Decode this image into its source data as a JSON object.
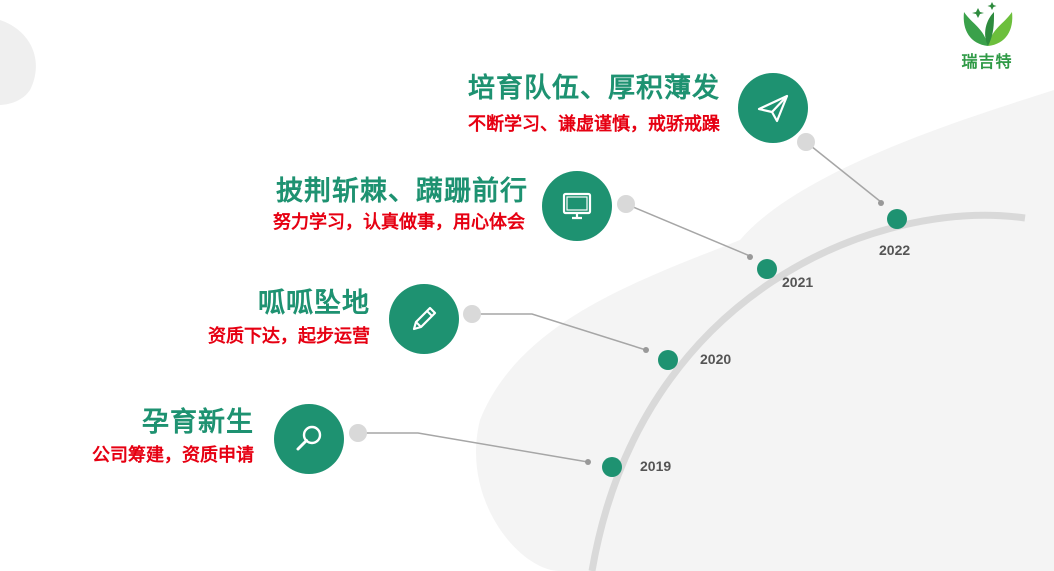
{
  "logo": {
    "name": "瑞吉特",
    "icon": "leaf-logo-icon"
  },
  "colors": {
    "accent": "#1e9271",
    "subtitle": "#e60012",
    "path": "#d9d9d9",
    "connector": "#999999"
  },
  "milestones": [
    {
      "year": "2022",
      "title": "培育队伍、厚积薄发",
      "subtitle": "不断学习、谦虚谨慎，戒骄戒躁",
      "icon": "paper-plane-icon"
    },
    {
      "year": "2021",
      "title": "披荆斩棘、蹒跚前行",
      "subtitle": "努力学习，认真做事，用心体会",
      "icon": "monitor-icon"
    },
    {
      "year": "2020",
      "title": "呱呱坠地",
      "subtitle": "资质下达，起步运营",
      "icon": "pencil-icon"
    },
    {
      "year": "2019",
      "title": "孕育新生",
      "subtitle": "公司筹建，资质申请",
      "icon": "magnifier-icon"
    }
  ]
}
